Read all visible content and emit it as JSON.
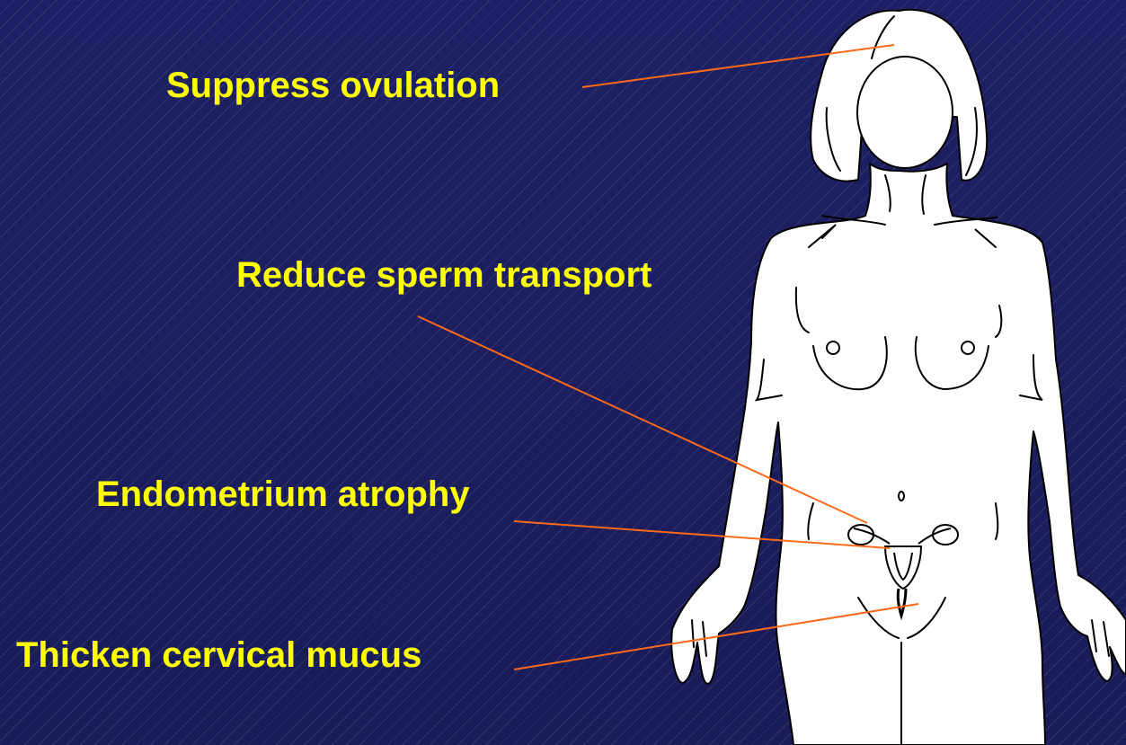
{
  "labels": {
    "suppress_ovulation": "Suppress ovulation",
    "reduce_sperm_transport": "Reduce sperm transport",
    "endometrium_atrophy": "Endometrium atrophy",
    "thicken_cervical_mucus": "Thicken cervical mucus"
  },
  "colors": {
    "background": "#1c1f5e",
    "label_text": "#ffff00",
    "leader_line": "#ff6a1a",
    "figure_fill": "#ffffff",
    "figure_outline": "#000000"
  }
}
